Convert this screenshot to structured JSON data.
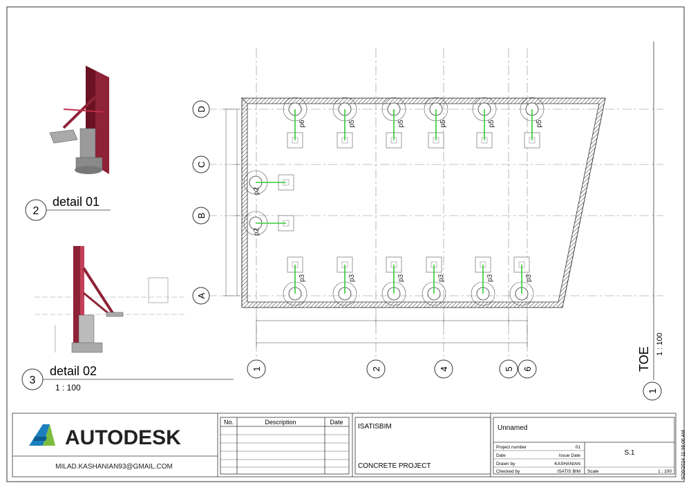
{
  "grid": {
    "rows": [
      "D",
      "C",
      "B",
      "A"
    ],
    "cols": [
      "1",
      "2",
      "4",
      "5",
      "6"
    ]
  },
  "piles": {
    "top": [
      "p6",
      "p5",
      "p5",
      "p5",
      "p5",
      "p5"
    ],
    "left": [
      "p2",
      "p2"
    ],
    "bottom": [
      "p3",
      "p3",
      "p3",
      "p3",
      "p3",
      "p3"
    ]
  },
  "details": {
    "d1": {
      "number": "2",
      "title": "detail 01"
    },
    "d2": {
      "number": "3",
      "title": "detail 02",
      "scale": "1 : 100"
    }
  },
  "view": {
    "number": "1",
    "title": "TOE",
    "scale": "1 : 100"
  },
  "titleblock": {
    "logo_text": "AUTODESK",
    "email": "MILAD.KASHANIAN93@GMAIL.COM",
    "rev_headers": {
      "no": "No.",
      "description": "Description",
      "date": "Date"
    },
    "company": "ISATISBIM",
    "project": "CONCRETE PROJECT",
    "sheet_name": "Unnamed",
    "project_number_label": "Project number",
    "project_number": "01",
    "date_label": "Date",
    "date_value": "Issue Date",
    "drawn_by_label": "Drawn by",
    "drawn_by": "KASHANIAN",
    "checked_by_label": "Checked by",
    "checked_by": "ISATIS BIM",
    "sheet_number": "S.1",
    "scale_label": "Scale",
    "scale_value": "1 : 100",
    "timestamp": "5/26/2024 11:38:06 AM"
  },
  "colors": {
    "steel": "#7a1b2a",
    "pile_axis": "#33cc33",
    "line": "#333333"
  }
}
